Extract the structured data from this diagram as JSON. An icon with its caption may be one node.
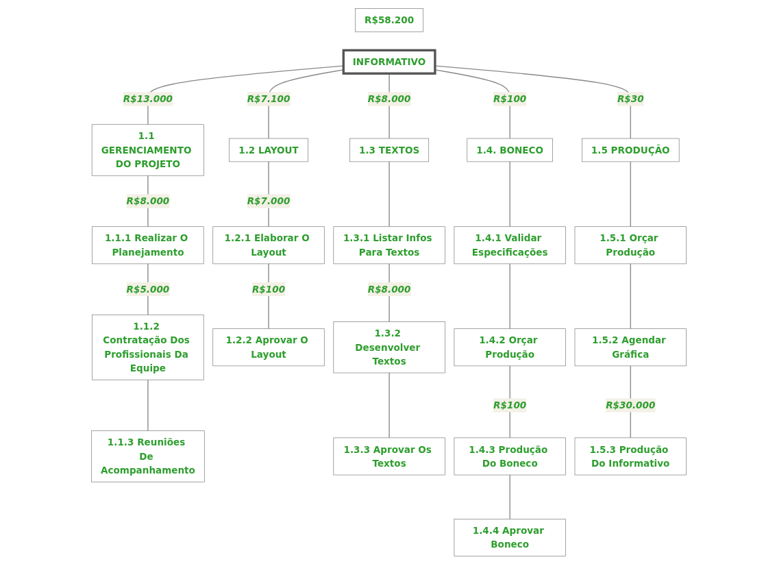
{
  "diagram": {
    "nodes": [
      {
        "text": [
          "R$58.200"
        ]
      },
      {
        "text": [
          "INFORMATIVO"
        ]
      },
      {
        "text": [
          "1.1 GERENCIAMENTO DO PROJETO"
        ]
      },
      {
        "text": [
          "1.1.1 Realizar O Planejamento"
        ]
      },
      {
        "text": [
          "1.1.2 Contratação Dos Profissionais Da Equipe"
        ]
      },
      {
        "text": [
          "1.1.3 Reuniões De Acompanhamento"
        ]
      },
      {
        "text": [
          "1.2 LAYOUT"
        ]
      },
      {
        "text": [
          "1.2.1 Elaborar O Layout"
        ]
      },
      {
        "text": [
          "1.2.2 Aprovar O Layout"
        ]
      },
      {
        "text": [
          "1.3 TEXTOS"
        ]
      },
      {
        "text": [
          "1.3.1 Listar Infos Para Textos"
        ]
      },
      {
        "text": [
          "1.3.2 Desenvolver Textos"
        ]
      },
      {
        "text": [
          "1.3.3 Aprovar Os Textos"
        ]
      },
      {
        "text": [
          "1.4. BONECO"
        ]
      },
      {
        "text": [
          "1.4.1 Validar Especificações"
        ]
      },
      {
        "text": [
          "1.4.2 Orçar Produção"
        ]
      },
      {
        "text": [
          "1.4.3 Produção Do Boneco"
        ]
      },
      {
        "text": [
          "1.4.4 Aprovar Boneco"
        ]
      },
      {
        "text": [
          "1.5 PRODUÇÃO"
        ]
      },
      {
        "text": [
          "1.5.1 Orçar Produção"
        ]
      },
      {
        "text": [
          "1.5.2 Agendar Gráfica"
        ]
      },
      {
        "text": [
          "1.5.3 Produção Do Informativo"
        ]
      }
    ],
    "edges": [
      {
        "from": 1,
        "to": 2,
        "arrow": "none",
        "label": "R$13.000"
      },
      {
        "from": 2,
        "to": 3,
        "arrow": "none",
        "label": "R$8.000"
      },
      {
        "from": 3,
        "to": 4,
        "arrow": "none",
        "label": "R$5.000"
      },
      {
        "from": 4,
        "to": 5,
        "arrow": "none"
      },
      {
        "from": 1,
        "to": 6,
        "arrow": "none",
        "label": "R$7.100"
      },
      {
        "from": 6,
        "to": 7,
        "arrow": "none",
        "label": "R$7.000"
      },
      {
        "from": 7,
        "to": 8,
        "arrow": "none",
        "label": "R$100"
      },
      {
        "from": 1,
        "to": 9,
        "arrow": "none",
        "label": "R$8.000"
      },
      {
        "from": 9,
        "to": 10,
        "arrow": "none"
      },
      {
        "from": 10,
        "to": 11,
        "arrow": "none",
        "label": "R$8.000"
      },
      {
        "from": 11,
        "to": 12,
        "arrow": "none"
      },
      {
        "from": 1,
        "to": 13,
        "arrow": "none",
        "label": "R$100"
      },
      {
        "from": 13,
        "to": 14,
        "arrow": "none"
      },
      {
        "from": 14,
        "to": 15,
        "arrow": "none"
      },
      {
        "from": 15,
        "to": 16,
        "arrow": "none",
        "label": "R$100"
      },
      {
        "from": 16,
        "to": 17,
        "arrow": "none"
      },
      {
        "from": 1,
        "to": 18,
        "arrow": "none",
        "label": "R$30"
      },
      {
        "from": 18,
        "to": 19,
        "arrow": "none"
      },
      {
        "from": 19,
        "to": 20,
        "arrow": "none"
      },
      {
        "from": 20,
        "to": 21,
        "arrow": "none",
        "label": "R$30.000"
      }
    ]
  }
}
